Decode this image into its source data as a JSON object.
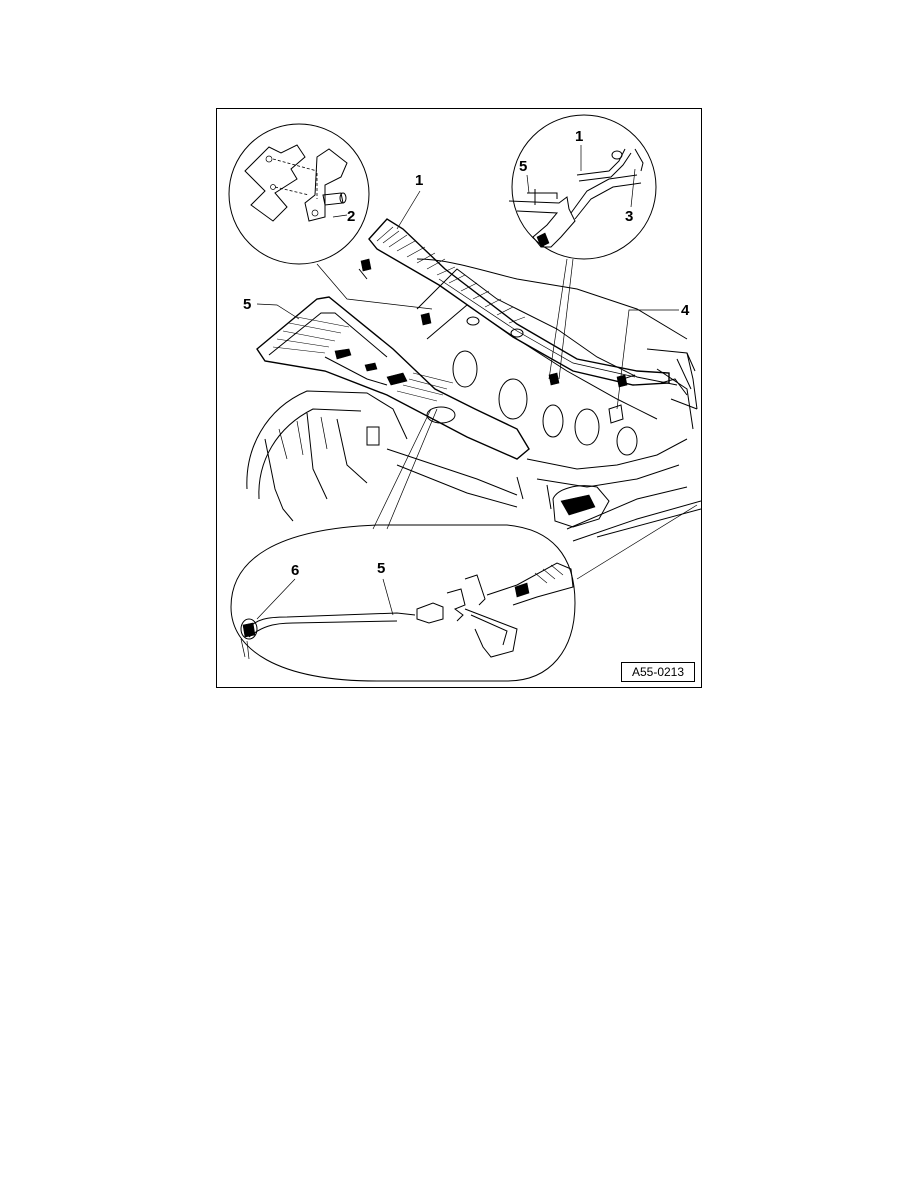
{
  "figure": {
    "reference_code": "A55-0213",
    "callouts": {
      "top_center_1": "1",
      "top_left_detail_2": "2",
      "left_5": "5",
      "right_4": "4",
      "top_right_detail_1": "1",
      "top_right_detail_5": "5",
      "top_right_detail_3": "3",
      "bottom_detail_6": "6",
      "bottom_detail_5": "5"
    }
  }
}
